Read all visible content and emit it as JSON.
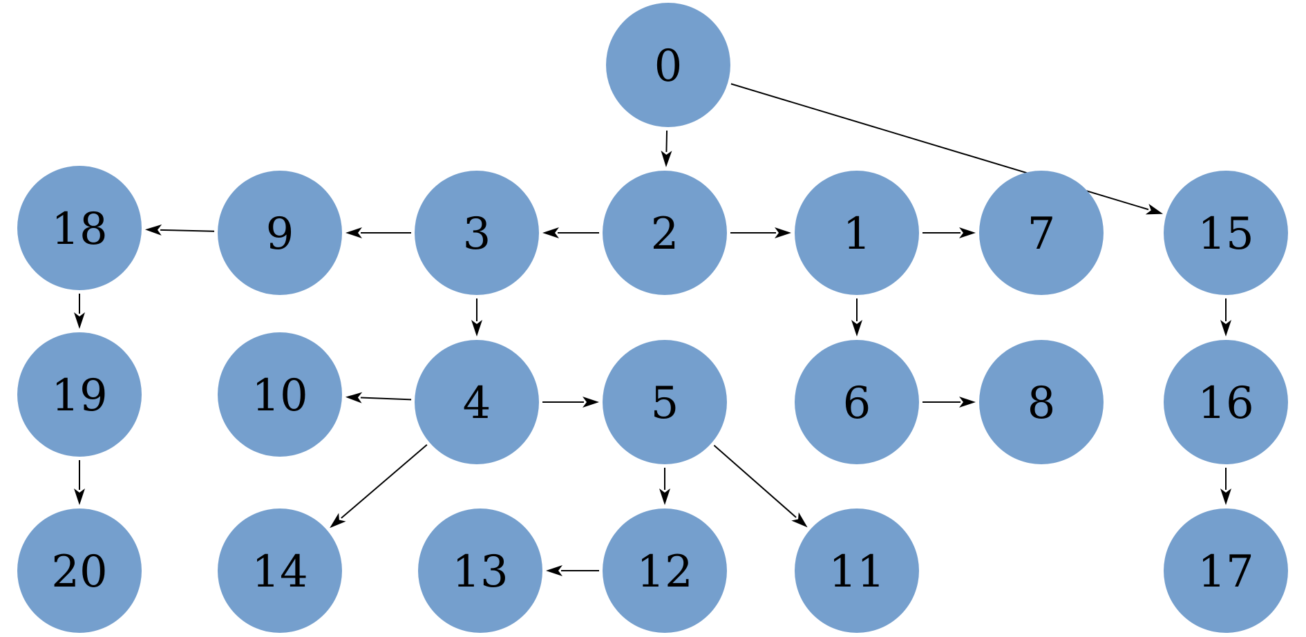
{
  "colors": {
    "node_fill": "#759fcd",
    "edge": "#000000",
    "label": "#000000",
    "background": "#ffffff"
  },
  "graph": {
    "nodes": [
      {
        "id": "0",
        "label": "0"
      },
      {
        "id": "1",
        "label": "1"
      },
      {
        "id": "2",
        "label": "2"
      },
      {
        "id": "3",
        "label": "3"
      },
      {
        "id": "4",
        "label": "4"
      },
      {
        "id": "5",
        "label": "5"
      },
      {
        "id": "6",
        "label": "6"
      },
      {
        "id": "7",
        "label": "7"
      },
      {
        "id": "8",
        "label": "8"
      },
      {
        "id": "9",
        "label": "9"
      },
      {
        "id": "10",
        "label": "10"
      },
      {
        "id": "11",
        "label": "11"
      },
      {
        "id": "12",
        "label": "12"
      },
      {
        "id": "13",
        "label": "13"
      },
      {
        "id": "14",
        "label": "14"
      },
      {
        "id": "15",
        "label": "15"
      },
      {
        "id": "16",
        "label": "16"
      },
      {
        "id": "17",
        "label": "17"
      },
      {
        "id": "18",
        "label": "18"
      },
      {
        "id": "19",
        "label": "19"
      },
      {
        "id": "20",
        "label": "20"
      }
    ],
    "edges": [
      {
        "from": "0",
        "to": "2"
      },
      {
        "from": "0",
        "to": "15"
      },
      {
        "from": "2",
        "to": "3"
      },
      {
        "from": "2",
        "to": "1"
      },
      {
        "from": "3",
        "to": "9"
      },
      {
        "from": "3",
        "to": "4"
      },
      {
        "from": "9",
        "to": "18"
      },
      {
        "from": "18",
        "to": "19"
      },
      {
        "from": "19",
        "to": "20"
      },
      {
        "from": "1",
        "to": "7"
      },
      {
        "from": "1",
        "to": "6"
      },
      {
        "from": "6",
        "to": "8"
      },
      {
        "from": "15",
        "to": "16"
      },
      {
        "from": "16",
        "to": "17"
      },
      {
        "from": "4",
        "to": "10"
      },
      {
        "from": "4",
        "to": "5"
      },
      {
        "from": "4",
        "to": "14"
      },
      {
        "from": "5",
        "to": "12"
      },
      {
        "from": "5",
        "to": "11"
      },
      {
        "from": "12",
        "to": "13"
      }
    ]
  }
}
